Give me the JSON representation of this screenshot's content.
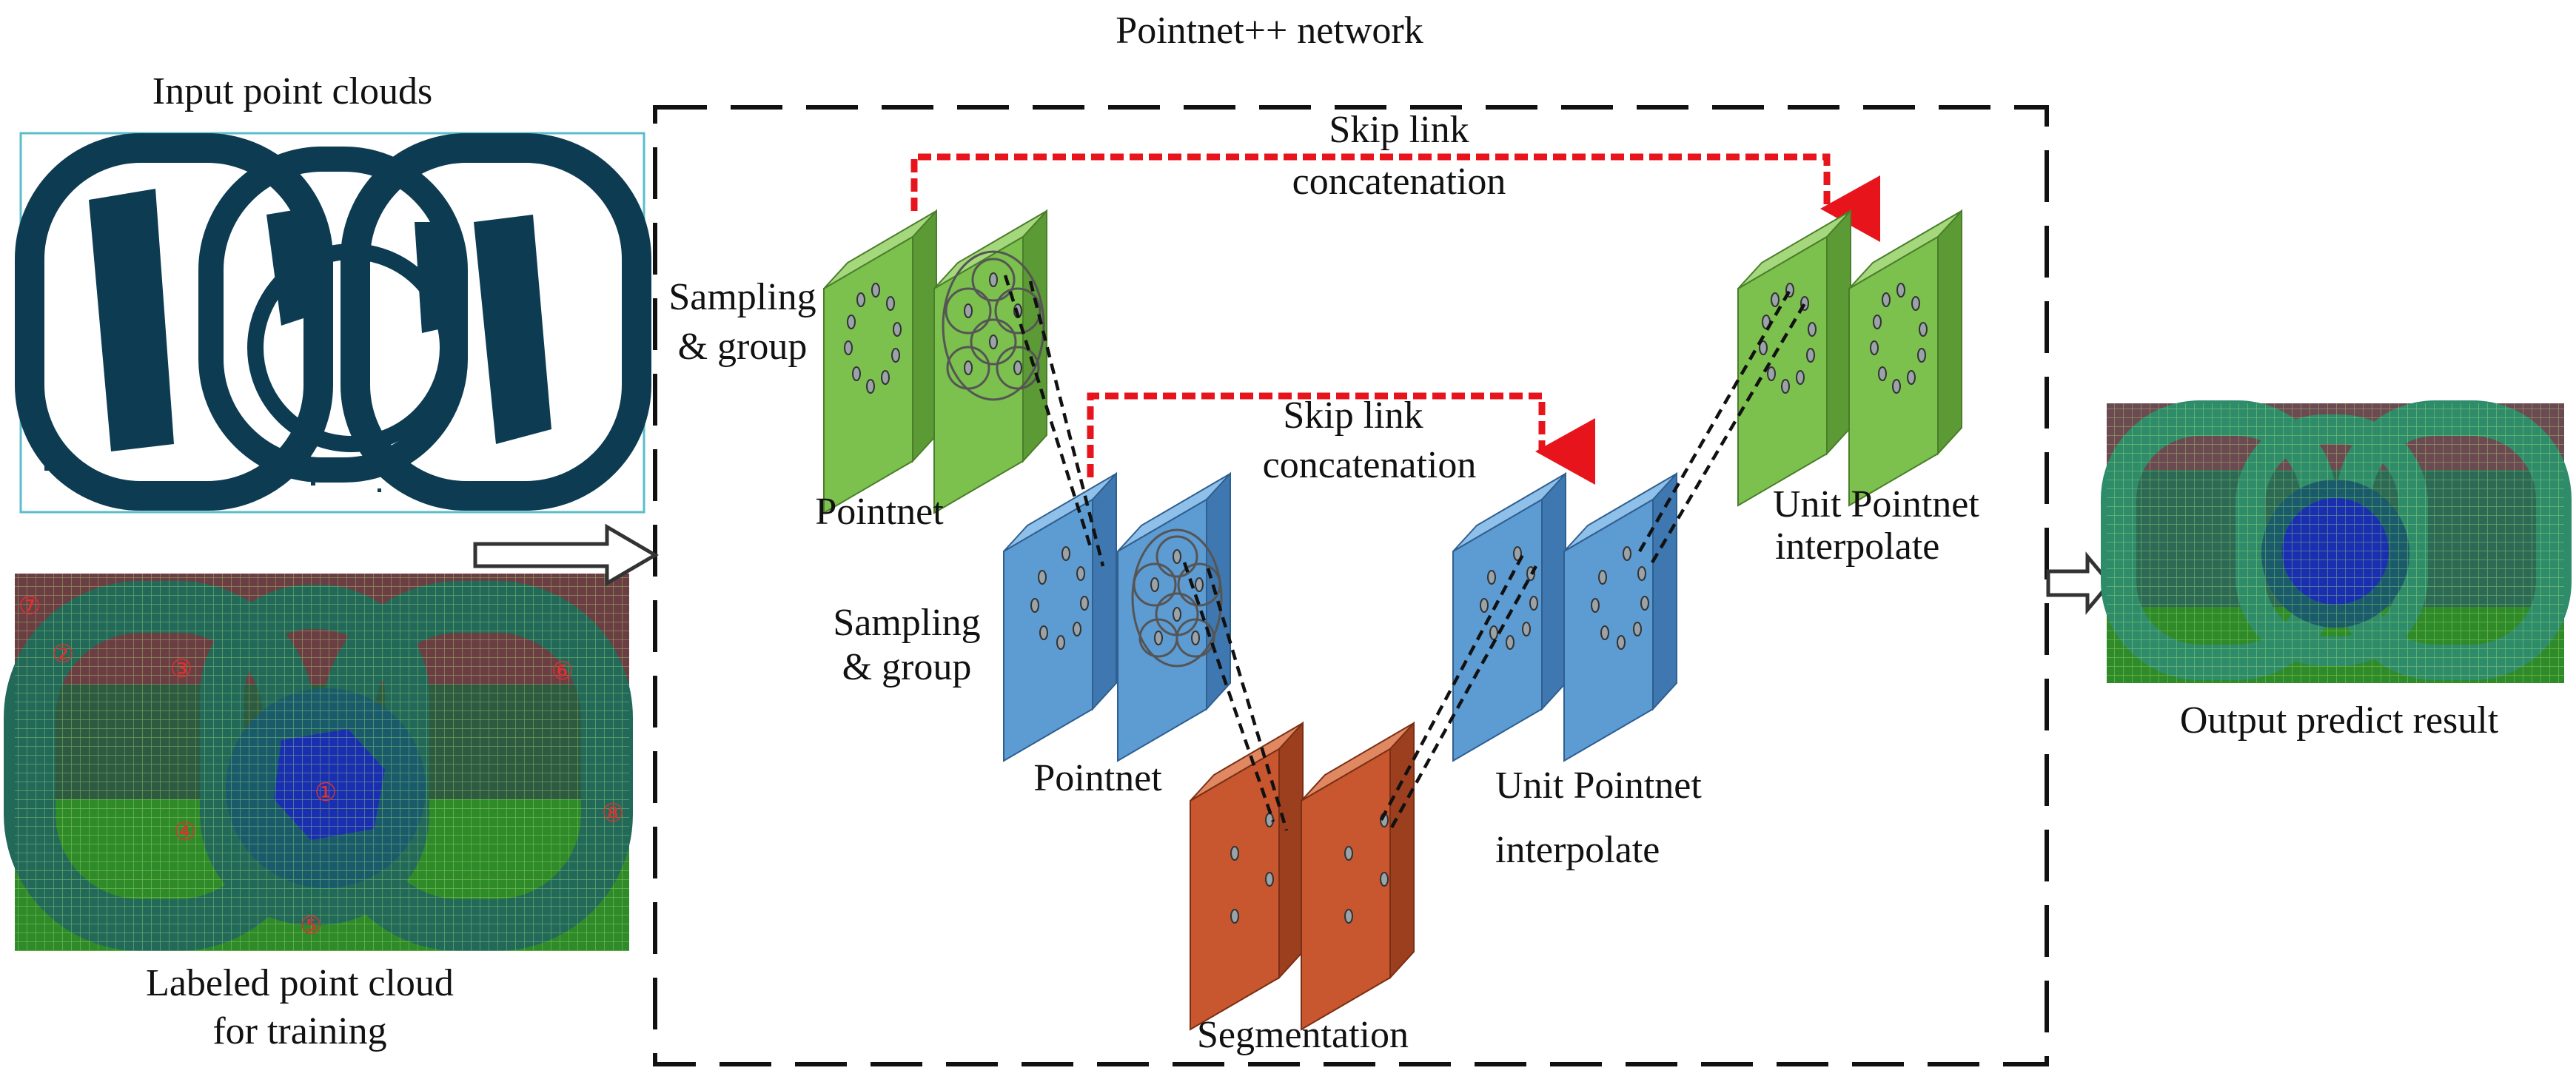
{
  "title": "Pointnet++ network",
  "input": {
    "title": "Input point clouds",
    "labeled_line1": "Labeled  point cloud",
    "labeled_line2": "for training",
    "region_marks": [
      "①",
      "②",
      "③",
      "④",
      "⑤",
      "⑥",
      "⑦",
      "⑧"
    ]
  },
  "skip_top": {
    "line1": "Skip link",
    "line2": "concatenation"
  },
  "skip_mid": {
    "line1": "Skip link",
    "line2": "concatenation"
  },
  "level1": {
    "sampling_line1": "Sampling",
    "sampling_line2": "& group",
    "pointnet": "Pointnet"
  },
  "level2": {
    "sampling_line1": "Sampling",
    "sampling_line2": "& group",
    "pointnet": "Pointnet"
  },
  "segmentation": "Segmentation",
  "unit_mid": {
    "line1": "Unit Pointnet",
    "line2": "interpolate"
  },
  "unit_top": {
    "line1": "Unit Pointnet",
    "line2": "interpolate"
  },
  "output": {
    "caption": "Output predict result"
  },
  "colors": {
    "green_face": "#7cc04e",
    "green_side": "#5b9a34",
    "green_top": "#a5d77d",
    "blue_face": "#5d9bd3",
    "blue_side": "#3f78b0",
    "blue_top": "#8ec0ea",
    "orange_face": "#c8572f",
    "orange_side": "#9b3f1f",
    "orange_top": "#e08862",
    "skip_red": "#e8141c",
    "dark_navy": "#0d3b52",
    "mark_red": "#e03030"
  }
}
